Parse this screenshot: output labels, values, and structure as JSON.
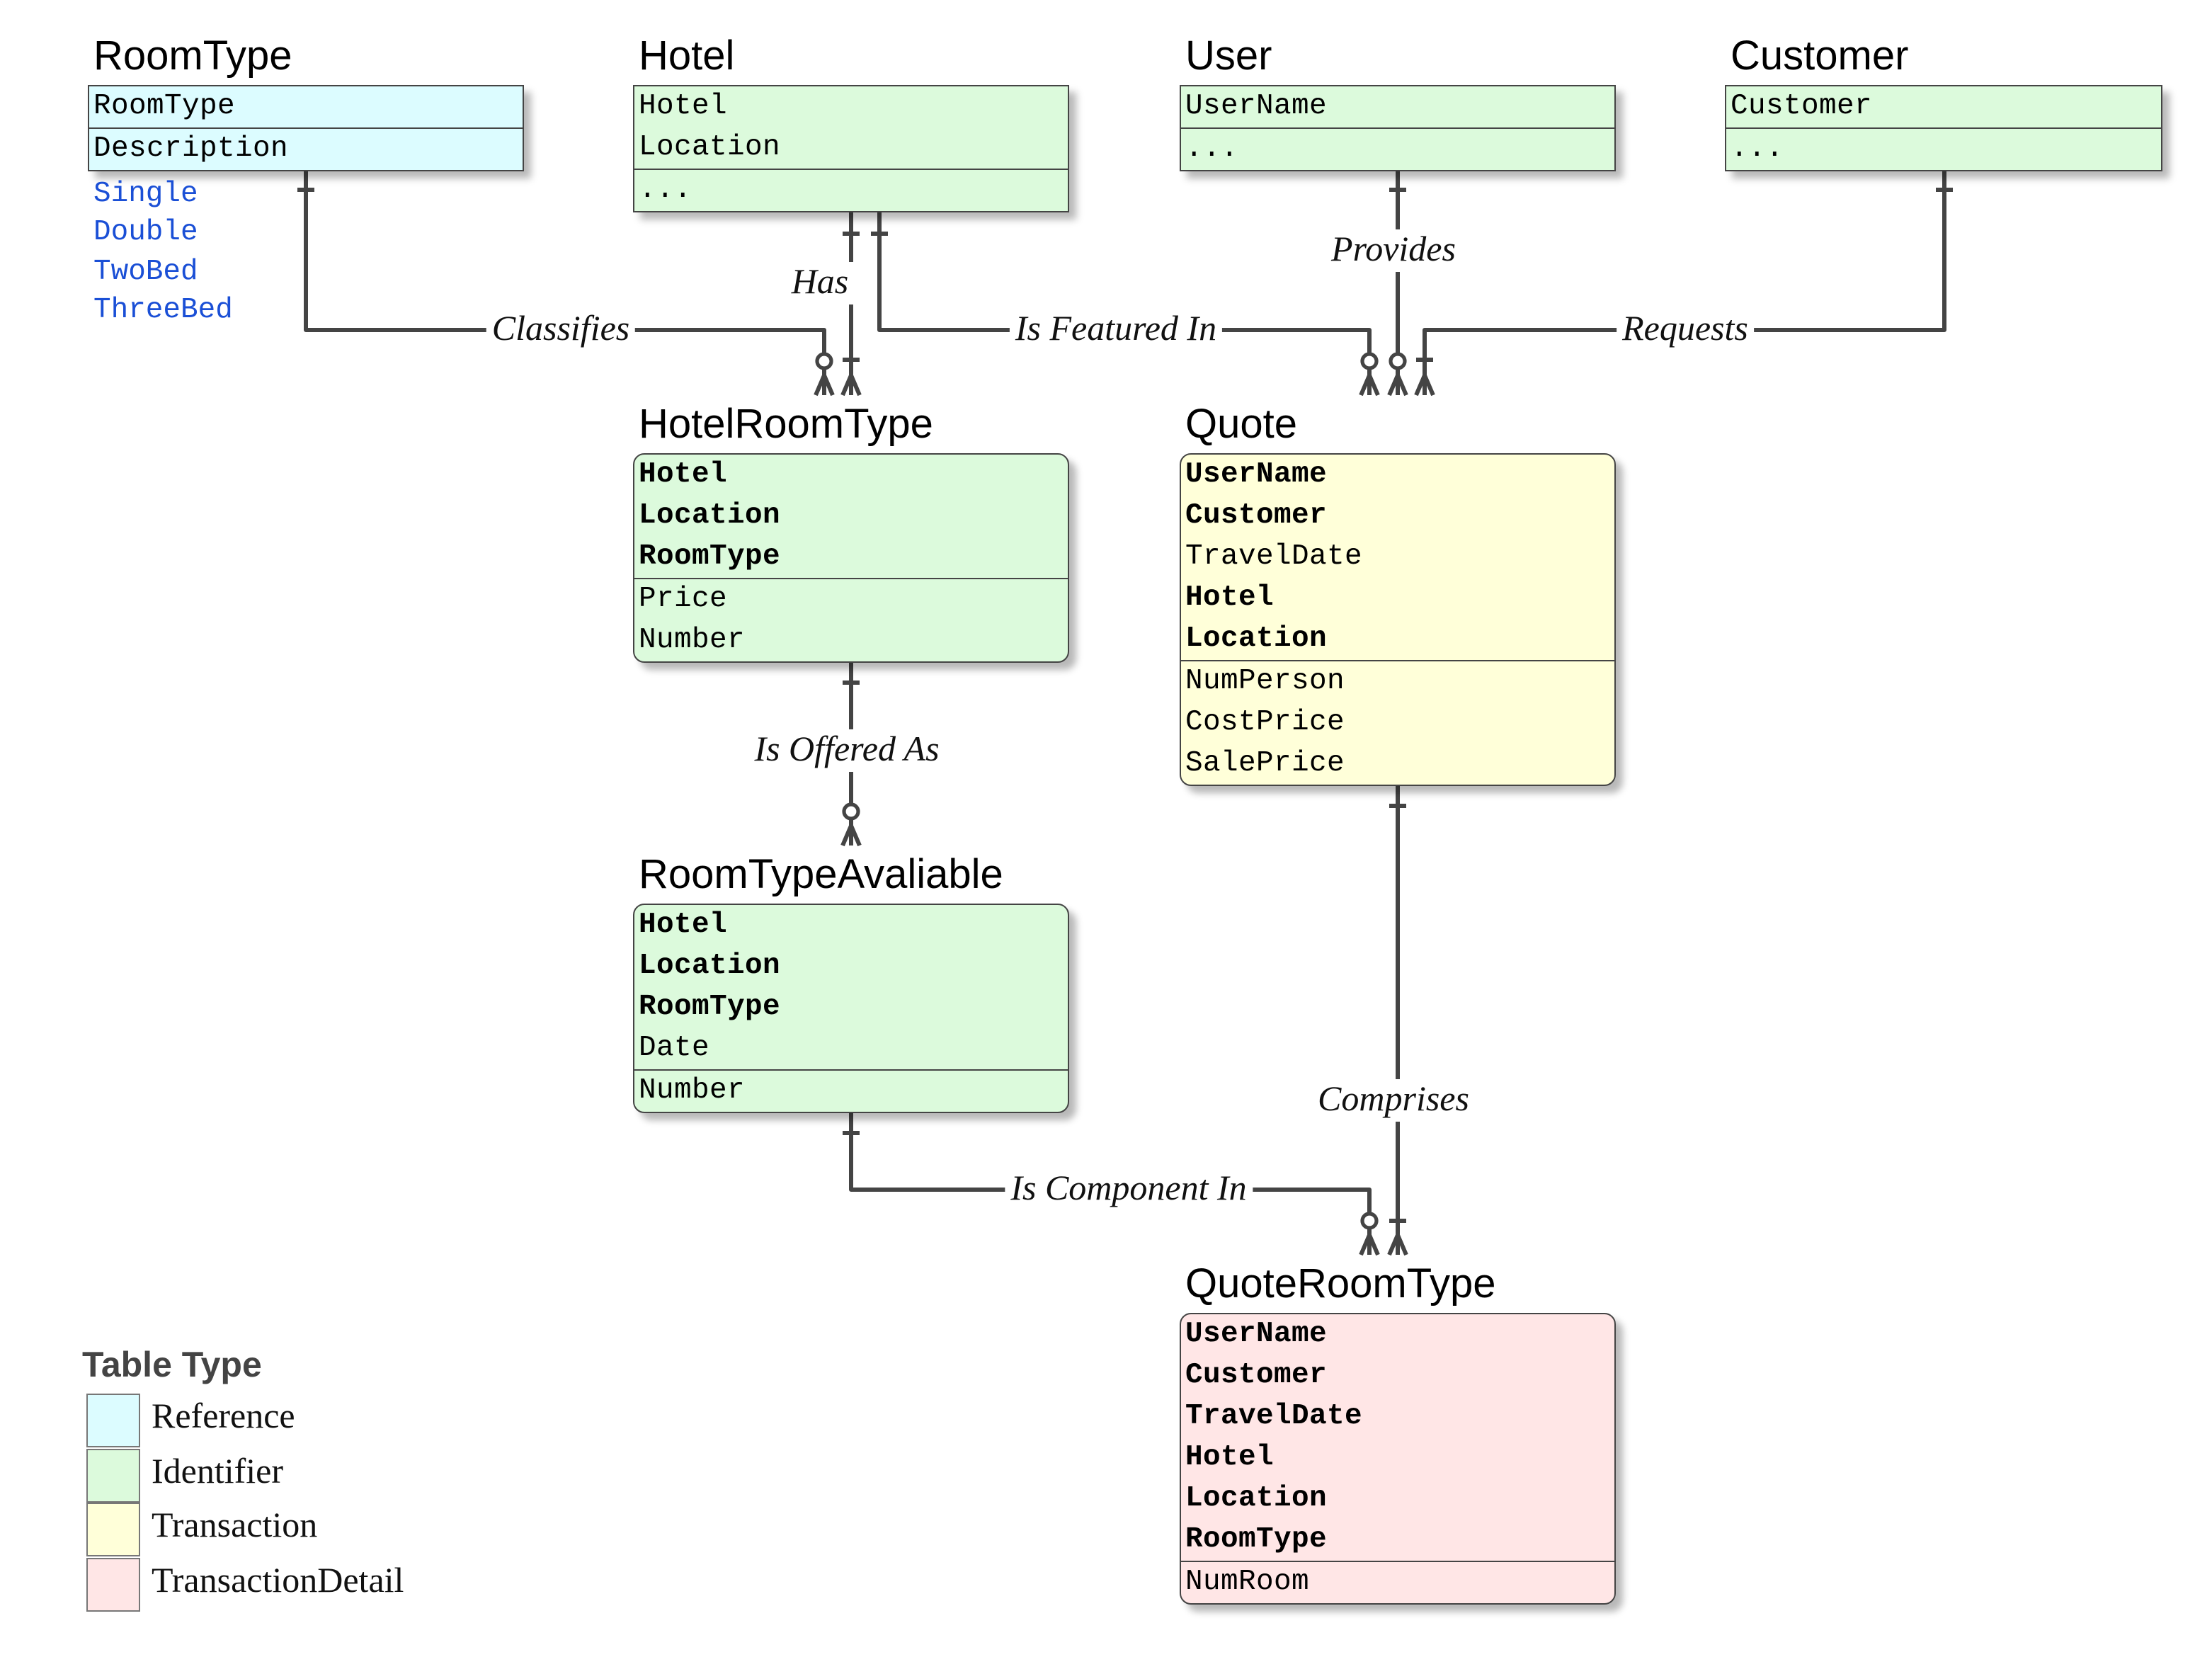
{
  "colors": {
    "reference": "#dcfcff",
    "identifier": "#dcfadc",
    "transaction": "#ffffd9",
    "transaction_detail": "#ffe6e6",
    "reference_values_text": "#1a4fd6",
    "line": "#444444"
  },
  "entities": {
    "roomtype": {
      "title": "RoomType",
      "table_type": "Reference",
      "columns": [
        "RoomType",
        "Description"
      ],
      "values": [
        "Single",
        "Double",
        "TwoBed",
        "ThreeBed"
      ]
    },
    "hotel": {
      "title": "Hotel",
      "table_type": "Identifier",
      "columns": [
        "Hotel",
        "Location"
      ],
      "ellipsis": "..."
    },
    "user": {
      "title": "User",
      "table_type": "Identifier",
      "columns": [
        "UserName"
      ],
      "ellipsis": "..."
    },
    "customer": {
      "title": "Customer",
      "table_type": "Identifier",
      "columns": [
        "Customer"
      ],
      "ellipsis": "..."
    },
    "hotelroomtype": {
      "title": "HotelRoomType",
      "table_type": "Identifier",
      "keys": [
        "Hotel",
        "Location",
        "RoomType"
      ],
      "attributes": [
        "Price",
        "Number"
      ]
    },
    "quote": {
      "title": "Quote",
      "table_type": "Transaction",
      "keys": [
        "UserName",
        "Customer",
        "TravelDate",
        "Hotel",
        "Location"
      ],
      "keys_bold": [
        true,
        true,
        false,
        true,
        true
      ],
      "attributes": [
        "NumPerson",
        "CostPrice",
        "SalePrice"
      ]
    },
    "roomtypeavaliable": {
      "title": "RoomTypeAvaliable",
      "table_type": "Identifier",
      "keys": [
        "Hotel",
        "Location",
        "RoomType",
        "Date"
      ],
      "keys_bold": [
        true,
        true,
        true,
        false
      ],
      "attributes": [
        "Number"
      ]
    },
    "quoteroomtype": {
      "title": "QuoteRoomType",
      "table_type": "TransactionDetail",
      "keys": [
        "UserName",
        "Customer",
        "TravelDate",
        "Hotel",
        "Location",
        "RoomType"
      ],
      "attributes": [
        "NumRoom"
      ]
    }
  },
  "relationships": [
    {
      "label": "Classifies",
      "from": "RoomType",
      "to": "HotelRoomType",
      "cardinality": "one to zero-or-many"
    },
    {
      "label": "Has",
      "from": "Hotel",
      "to": "HotelRoomType",
      "cardinality": "one to one-or-many"
    },
    {
      "label": "Is Featured In",
      "from": "Hotel",
      "to": "Quote",
      "cardinality": "one to zero-or-many"
    },
    {
      "label": "Provides",
      "from": "User",
      "to": "Quote",
      "cardinality": "one to zero-or-many"
    },
    {
      "label": "Requests",
      "from": "Customer",
      "to": "Quote",
      "cardinality": "one to one-or-many"
    },
    {
      "label": "Is Offered As",
      "from": "HotelRoomType",
      "to": "RoomTypeAvaliable",
      "cardinality": "one to zero-or-many"
    },
    {
      "label": "Comprises",
      "from": "Quote",
      "to": "QuoteRoomType",
      "cardinality": "one to one-or-many"
    },
    {
      "label": "Is Component In",
      "from": "RoomTypeAvaliable",
      "to": "QuoteRoomType",
      "cardinality": "one to zero-or-many"
    }
  ],
  "legend": {
    "title": "Table Type",
    "items": [
      {
        "label": "Reference",
        "color": "#dcfcff"
      },
      {
        "label": "Identifier",
        "color": "#dcfadc"
      },
      {
        "label": "Transaction",
        "color": "#ffffd9"
      },
      {
        "label": "TransactionDetail",
        "color": "#ffe6e6"
      }
    ]
  }
}
